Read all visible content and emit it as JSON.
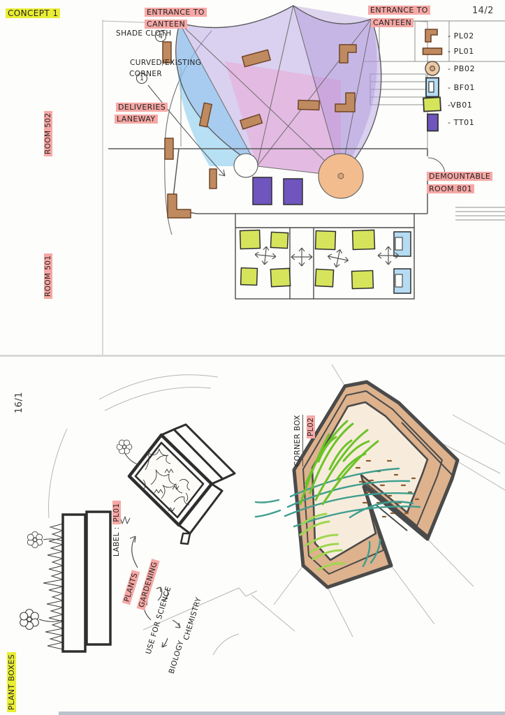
{
  "colors": {
    "highlight_pink": "#f6a8a5",
    "highlight_yellow": "#e9ee34",
    "ink": "#2b2b2b",
    "planter_brown": "#c08a60",
    "planter_brown_stroke": "#6e4426",
    "table_purple": "#6f55bd",
    "table_green": "#d6e45c",
    "bench_blue": "#b5dcf2",
    "circle_tan": "#f2bc8e",
    "sail_lavender": "#b7a3e3",
    "sail_blue": "#7ec8ee",
    "sail_pink": "#f09ad0",
    "grass_green": "#6cc329",
    "grass_teal": "#3f9e8f",
    "box_tan": "#ddb28d"
  },
  "top_page": {
    "page_number": "14/2",
    "title": "CONCEPT 1",
    "annotations": {
      "entrance_left_l1": "ENTRANCE TO",
      "entrance_left_l2": "CANTEEN",
      "entrance_right_l1": "ENTRANCE TO",
      "entrance_right_l2": "CANTEEN",
      "shade_cloth": "SHADE CLOTH",
      "shade_cloth_ref": "4",
      "curved_l1": "CURVED/EXISTING",
      "curved_l2": "CORNER",
      "curved_ref": "1",
      "deliveries_l1": "DELIVERIES",
      "deliveries_l2": "LANEWAY",
      "room_left_upper": "ROOM 502",
      "room_left_lower": "ROOM 501",
      "demountable_l1": "DEMOUNTABLE",
      "demountable_l2": "ROOM 801"
    },
    "legend": {
      "items": [
        {
          "code": "PL02",
          "label": "- PL02",
          "icon": "l-shape-planter-icon",
          "color": "#c08a60"
        },
        {
          "code": "PL01",
          "label": "- PL01",
          "icon": "rect-planter-icon",
          "color": "#c08a60"
        },
        {
          "code": "PB02",
          "label": "- PB02",
          "icon": "round-planter-icon",
          "color": "#f2bc8e"
        },
        {
          "code": "BF01",
          "label": "- BF01",
          "icon": "bench-icon",
          "color": "#b5dcf2"
        },
        {
          "code": "VB01",
          "label": "-VB01",
          "icon": "table-square-icon",
          "color": "#d6e45c"
        },
        {
          "code": "TT01",
          "label": "- TT01",
          "icon": "table-tall-icon",
          "color": "#6f55bd"
        }
      ]
    }
  },
  "bottom_page": {
    "page_number": "16/1",
    "title": "PLANT BOXES",
    "annotations": {
      "label_prefix": "LABEL :",
      "label_code": "PL01",
      "corner_box": "CORNER BOX",
      "corner_box_code": "PL02",
      "plants": "PLANTS",
      "gardening": "GARDENING",
      "use_for_science": "USE FOR SCIENCE",
      "biology": "BIOLOGY",
      "chemistry": "CHEMISTRY"
    }
  }
}
